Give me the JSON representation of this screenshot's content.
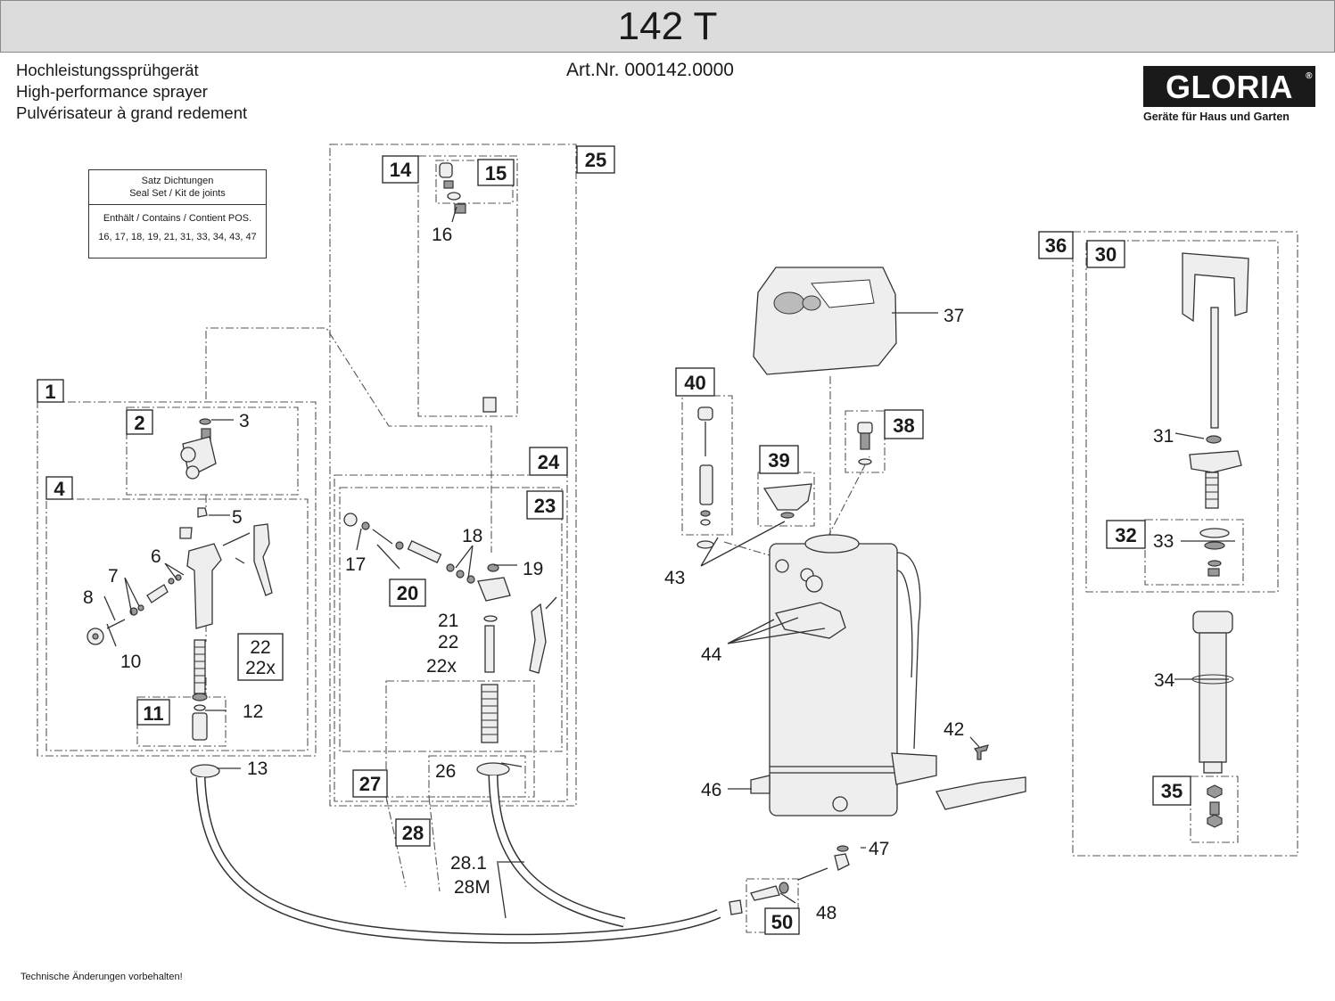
{
  "header": {
    "title": "142 T",
    "subtitles": [
      "Hochleistungssprühgerät",
      "High-performance sprayer",
      "Pulvérisateur à grand redement"
    ],
    "art_nr": "Art.Nr. 000142.0000"
  },
  "logo": {
    "brand": "GLORIA",
    "reg": "®",
    "tagline": "Geräte für Haus und Garten"
  },
  "seal_set": {
    "line1": "Satz Dichtungen",
    "line2": "Seal Set / Kit de joints",
    "line3": "Enthält / Contains / Contient POS.",
    "line4": "16, 17, 18, 19, 21, 31, 33, 34, 43, 47"
  },
  "boxed_labels": {
    "b1": "1",
    "b2": "2",
    "b4": "4",
    "b11": "11",
    "b14": "14",
    "b15": "15",
    "b20": "20",
    "b22": "22",
    "b22x": "22x",
    "b23": "23",
    "b24": "24",
    "b25": "25",
    "b27": "27",
    "b28": "28",
    "b30": "30",
    "b32": "32",
    "b35": "35",
    "b36": "36",
    "b38": "38",
    "b39": "39",
    "b40": "40",
    "b50": "50"
  },
  "labels": {
    "l3": "3",
    "l5": "5",
    "l6": "6",
    "l7": "7",
    "l8": "8",
    "l10": "10",
    "l12": "12",
    "l13": "13",
    "l16": "16",
    "l17": "17",
    "l18": "18",
    "l19": "19",
    "l21": "21",
    "l22": "22",
    "l22x": "22x",
    "l26": "26",
    "l28_1": "28.1",
    "l28m": "28M",
    "l31": "31",
    "l33": "33",
    "l34": "34",
    "l37": "37",
    "l42": "42",
    "l43": "43",
    "l44": "44",
    "l46": "46",
    "l47": "47",
    "l48": "48"
  },
  "footer": "Technische Änderungen vorbehalten!"
}
